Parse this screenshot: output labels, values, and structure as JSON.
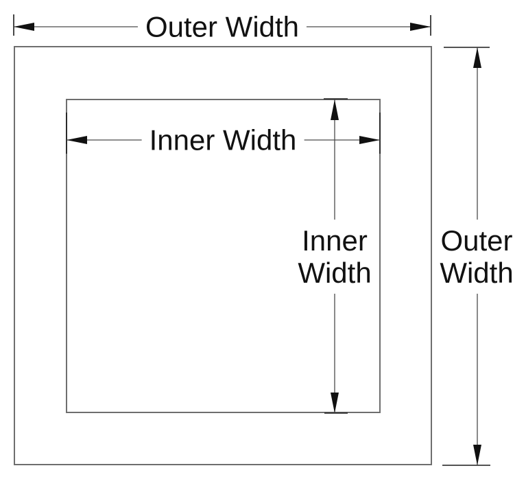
{
  "labels": {
    "outer_horizontal": "Outer Width",
    "outer_vertical_line1": "Outer",
    "outer_vertical_line2": "Width",
    "inner_horizontal": "Inner Width",
    "inner_vertical_line1": "Inner",
    "inner_vertical_line2": "Width"
  },
  "colors": {
    "background": "#ffffff",
    "square_stroke": "#6e6e6e",
    "dimension_stroke": "#4a4a4a",
    "extension_stroke": "#1a1a1a",
    "arrow_fill": "#111111",
    "text": "#111111"
  }
}
